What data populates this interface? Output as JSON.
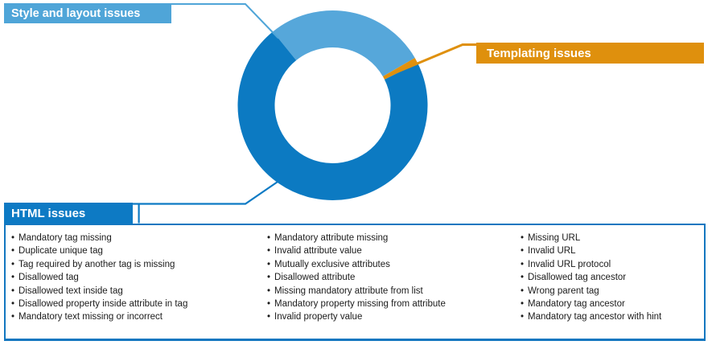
{
  "labels": {
    "style": {
      "text": "Style and layout issues",
      "color": "#4FA5D8"
    },
    "templating": {
      "text": "Templating issues",
      "color": "#DF900D"
    },
    "html": {
      "text": "HTML issues",
      "color": "#0D7AC4"
    }
  },
  "issues_panel": {
    "border_color": "#1377C0",
    "columns": [
      [
        "Mandatory tag missing",
        "Duplicate unique tag",
        "Tag required by another tag  is missing",
        "Disallowed tag",
        "Disallowed text inside tag",
        "Disallowed property inside attribute in tag",
        "Mandatory text missing or incorrect"
      ],
      [
        "Mandatory attribute missing",
        "Invalid attribute value",
        "Mutually exclusive attributes",
        "Disallowed attribute",
        "Missing mandatory attribute from list",
        "Mandatory property missing from attribute",
        "Invalid property value"
      ],
      [
        "Missing URL",
        "Invalid URL",
        "Invalid URL protocol",
        "Disallowed tag ancestor",
        "Wrong parent tag",
        "Mandatory tag ancestor",
        "Mandatory tag ancestor with hint"
      ]
    ]
  },
  "chart_data": {
    "type": "pie",
    "donut": true,
    "title": "",
    "legend_position": "callout-labels",
    "values_labeled": false,
    "segments": [
      {
        "label": "Style and layout issues",
        "color": "#56A7DA",
        "start_deg": -39,
        "end_deg": 60,
        "share_pct": 27.5
      },
      {
        "label": "Templating issues",
        "color": "#E2910D",
        "start_deg": 60,
        "end_deg": 63.5,
        "share_pct": 1.0
      },
      {
        "label": "HTML issues",
        "color": "#0C7AC2",
        "start_deg": 63.5,
        "end_deg": 321,
        "share_pct": 71.5
      }
    ]
  }
}
